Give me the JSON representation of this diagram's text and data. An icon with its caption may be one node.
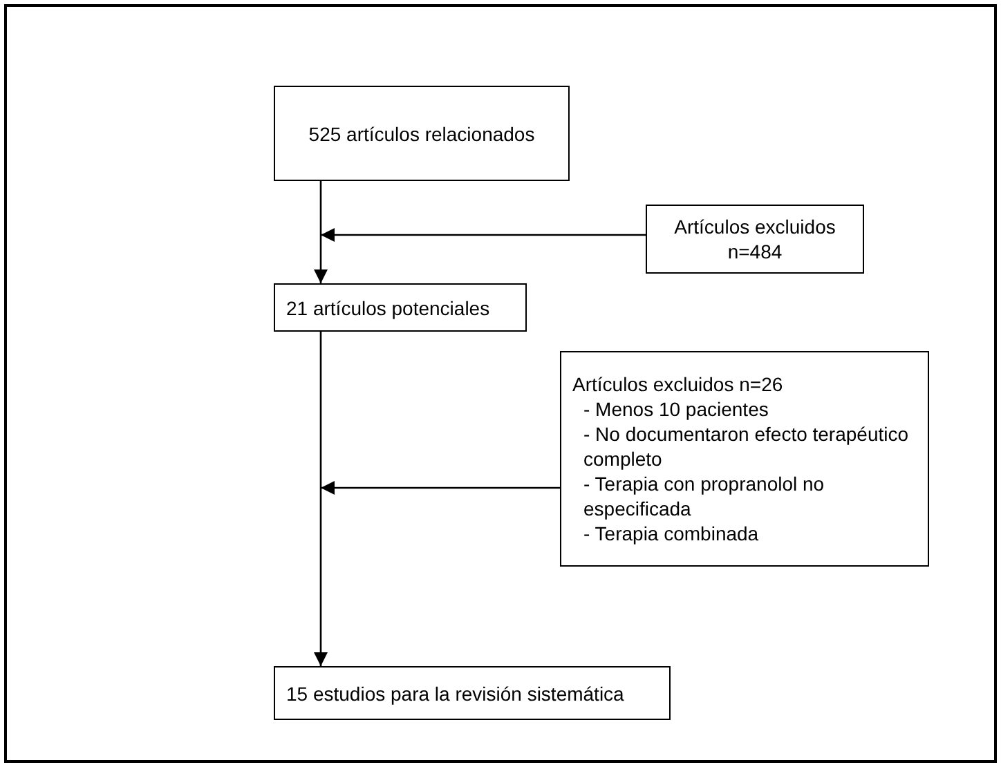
{
  "diagram": {
    "nodes": [
      {
        "text": [
          "525 artículos relacionados"
        ]
      },
      {
        "text": [
          "Artículos excluidos n=484"
        ]
      },
      {
        "text": [
          "21 artículos potenciales"
        ]
      },
      {
        "text": [
          "Artículos excluidos n=26",
          "- Menos 10 pacientes",
          "- No documentaron efecto terapéutico completo",
          "- Terapia con propranolol no especificada",
          "- Terapia combinada"
        ]
      },
      {
        "text": [
          "15 estudios para la revisión sistemática"
        ]
      }
    ],
    "edges": [
      {
        "from": 0,
        "to": 2,
        "arrow": "to"
      },
      {
        "from": 1,
        "to": null,
        "arrow": "to"
      },
      {
        "from": 2,
        "to": 4,
        "arrow": "to"
      },
      {
        "from": 3,
        "to": null,
        "arrow": "to"
      }
    ]
  }
}
